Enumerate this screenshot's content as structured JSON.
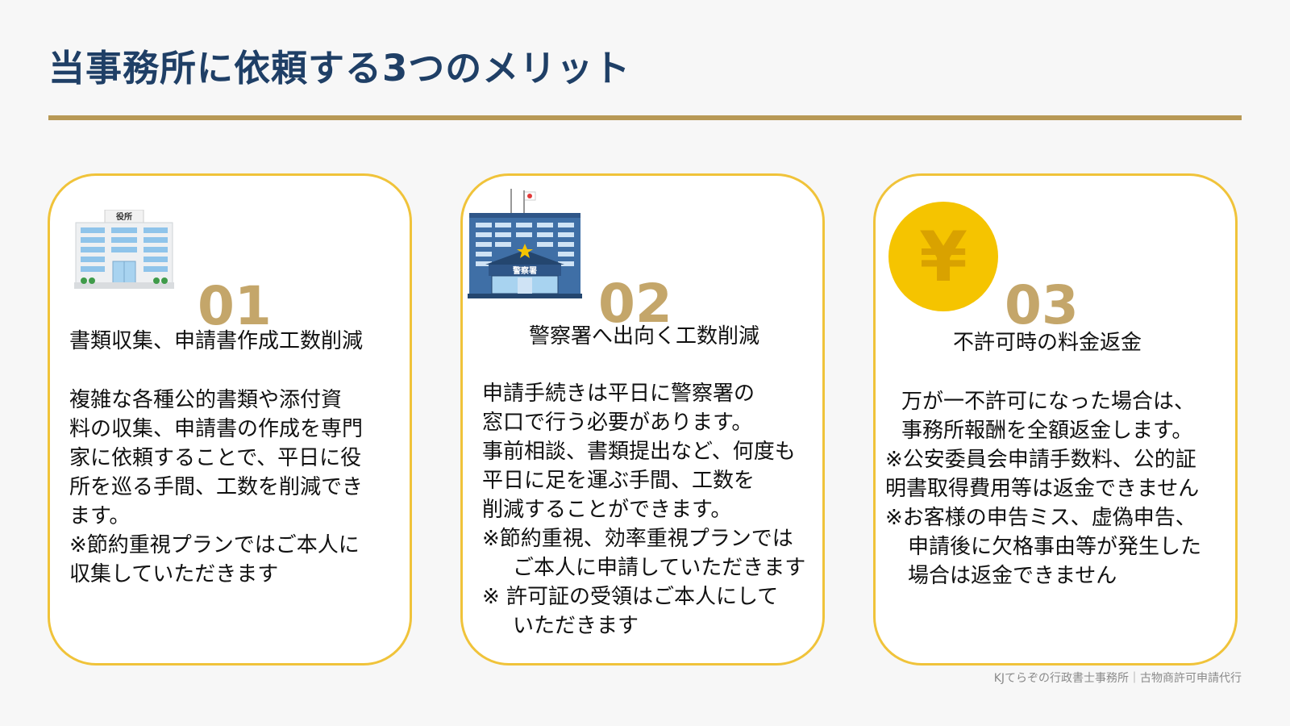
{
  "title": "当事務所に依頼する3つのメリット",
  "colors": {
    "title": "#1f3f66",
    "accent_rule": "#b89956",
    "card_border": "#f0c33a",
    "number": "#c4a66a",
    "coin": "#f5c400"
  },
  "cards": [
    {
      "number": "01",
      "heading": "書類収集、申請書作成工数削減",
      "icon": "city-hall-icon",
      "icon_sign": "役所",
      "lines": [
        "複雑な各種公的書類や添付資",
        "料の収集、申請書の作成を専門",
        "家に依頼することで、平日に役",
        "所を巡る手間、工数を削減でき",
        "ます。",
        "※節約重視プランではご本人に",
        "収集していただきます"
      ]
    },
    {
      "number": "02",
      "heading": "警察署へ出向く工数削減",
      "icon": "police-station-icon",
      "icon_sign": "警察署",
      "lines": [
        "申請手続きは平日に警察署の",
        "窓口で行う必要があります。",
        "事前相談、書類提出など、何度も",
        "平日に足を運ぶ手間、工数を",
        "削減することができます。",
        "※節約重視、効率重視プランでは",
        "ご本人に申請していただきます",
        "※ 許可証の受領はご本人にして",
        "いただきます"
      ]
    },
    {
      "number": "03",
      "heading": "不許可時の料金返金",
      "icon": "yen-coin-icon",
      "icon_sign": "¥",
      "lines": [
        "万が一不許可になった場合は、",
        "事務所報酬を全額返金します。",
        "※公安委員会申請手数料、公的証",
        "明書取得費用等は返金できません",
        "※お客様の申告ミス、虚偽申告、",
        "申請後に欠格事由等が発生した",
        "場合は返金できません"
      ]
    }
  ],
  "footer": "KJてらぞの行政書士事務所｜古物商許可申請代行"
}
